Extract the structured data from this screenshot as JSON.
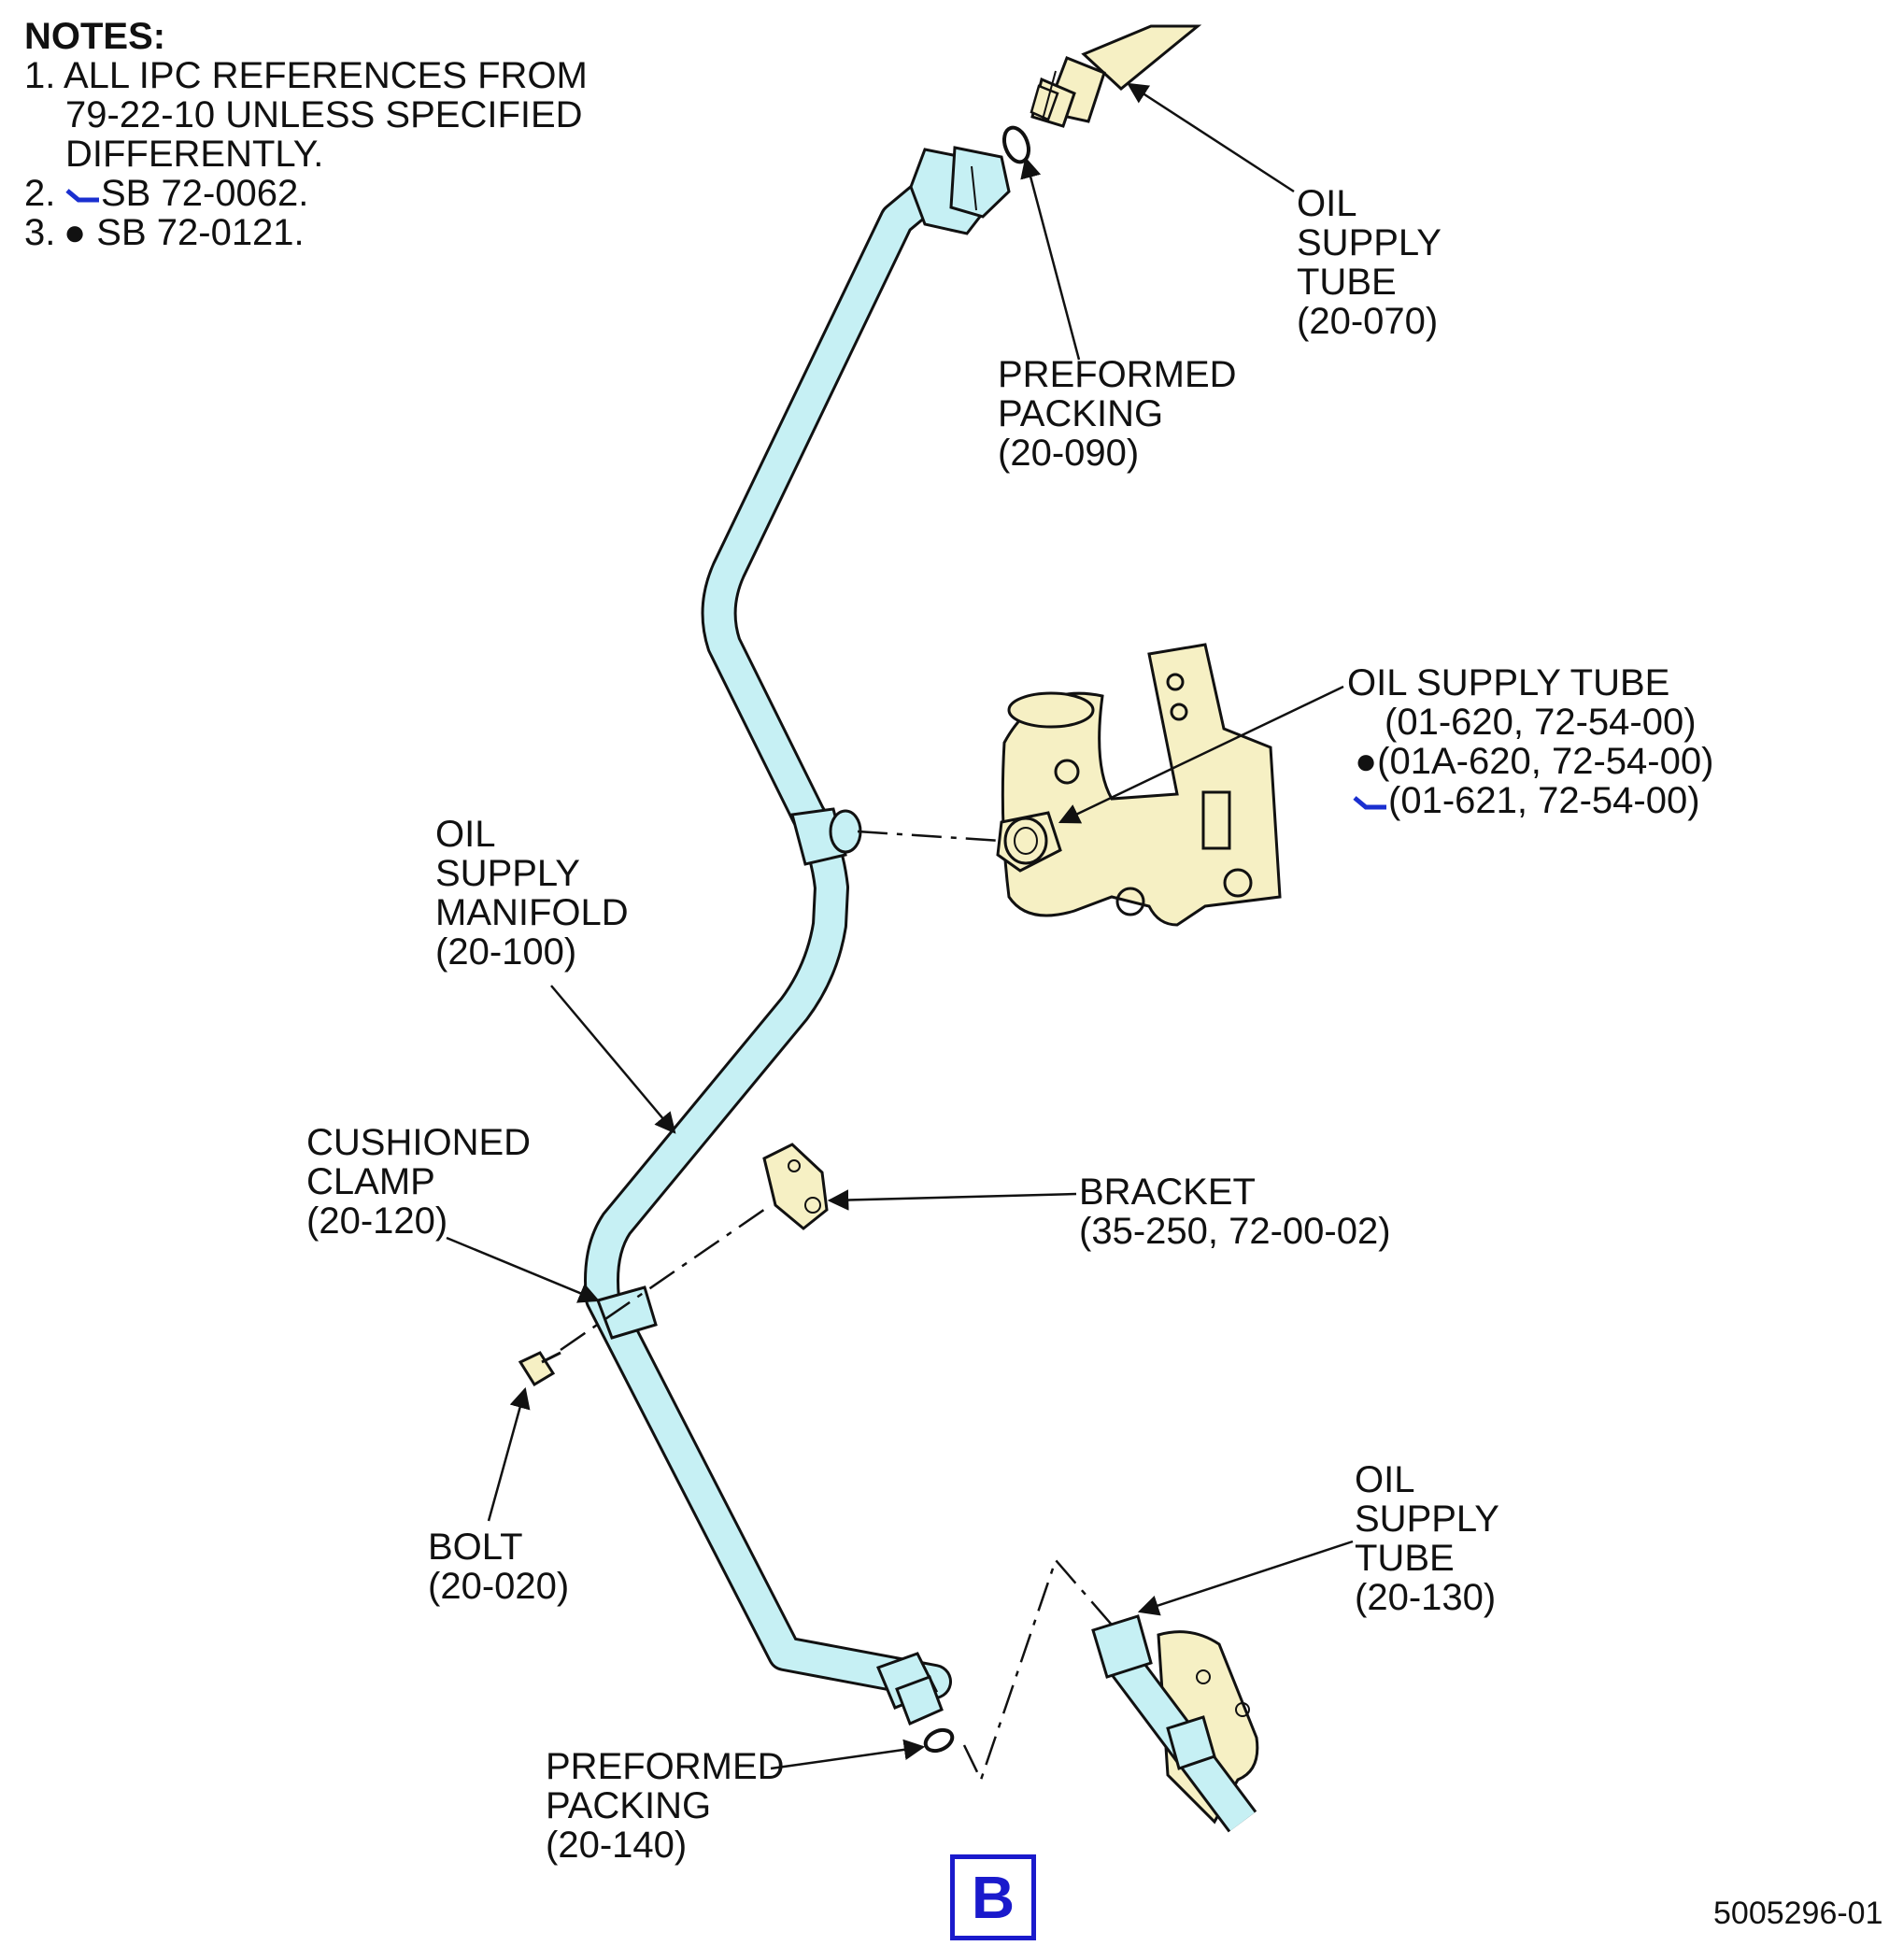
{
  "notes": {
    "title": "NOTES:",
    "items": [
      {
        "num": "1.",
        "lines": [
          "ALL IPC REFERENCES FROM",
          "79-22-10 UNLESS SPECIFIED",
          "DIFFERENTLY."
        ]
      },
      {
        "num": "2.",
        "symbol": "blue-check-icon",
        "text": "SB 72-0062."
      },
      {
        "num": "3.",
        "symbol": "black-dot-icon",
        "text": "SB 72-0121."
      }
    ]
  },
  "labels": {
    "oil_supply_tube_top": [
      "OIL",
      "SUPPLY",
      "TUBE",
      "(20-070)"
    ],
    "preformed_packing_top": [
      "PREFORMED",
      "PACKING",
      "(20-090)"
    ],
    "oil_supply_tube_mid": {
      "line1": "OIL SUPPLY TUBE",
      "line2": "(01-620, 72-54-00)",
      "line3": "(01A-620, 72-54-00)",
      "line4": "(01-621, 72-54-00)"
    },
    "oil_supply_manifold": [
      "OIL",
      "SUPPLY",
      "MANIFOLD",
      "(20-100)"
    ],
    "cushioned_clamp": [
      "CUSHIONED",
      "CLAMP",
      "(20-120)"
    ],
    "bracket": [
      "BRACKET",
      "(35-250, 72-00-02)"
    ],
    "bolt": [
      "BOLT",
      "(20-020)"
    ],
    "oil_supply_tube_bottom": [
      "OIL",
      "SUPPLY",
      "TUBE",
      "(20-130)"
    ],
    "preformed_packing_bottom": [
      "PREFORMED",
      "PACKING",
      "(20-140)"
    ]
  },
  "view_label": "B",
  "document_number": "5005296-01",
  "colors": {
    "tube_fill": "#c6f0f4",
    "part_fill": "#f6f0c4",
    "outline": "#111111",
    "symbol_blue": "#1a2fd0",
    "view_box_blue": "#1a1acc"
  }
}
